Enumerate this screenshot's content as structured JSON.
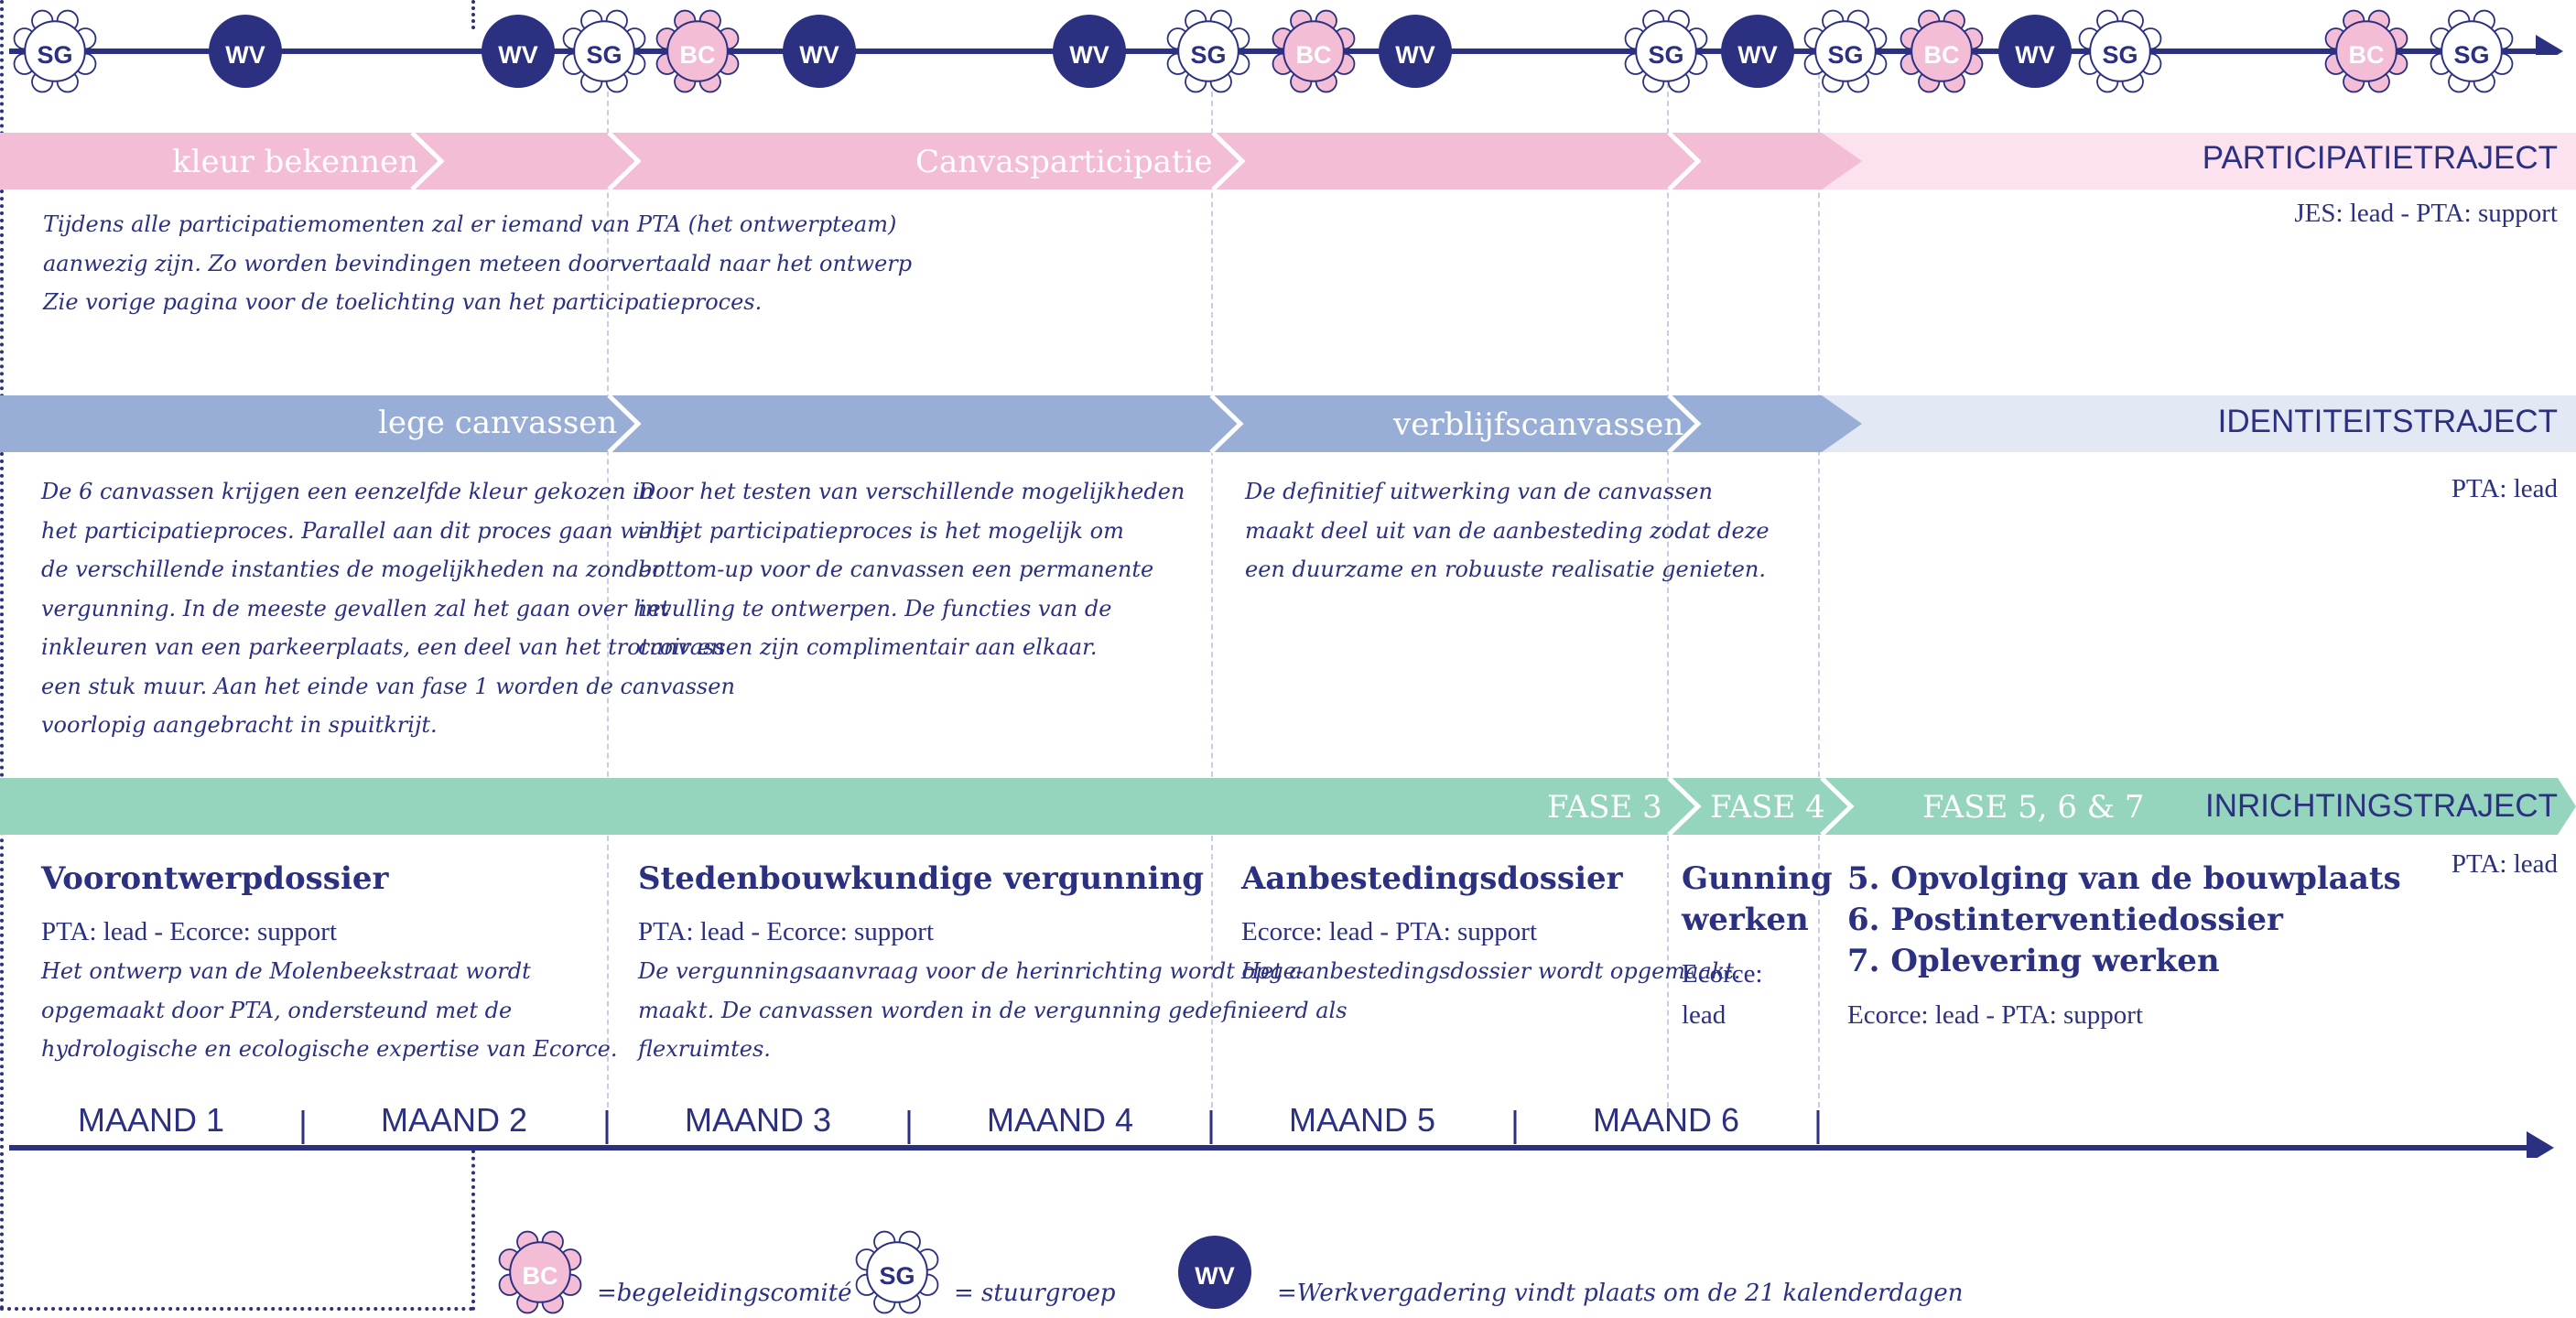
{
  "colors": {
    "navy": "#2b3080",
    "pink": "#f4bdd6",
    "pink_light": "#fbe2ee",
    "blue": "#98aed6",
    "blue_light": "#e3e9f4",
    "green": "#95d5be"
  },
  "legend": {
    "bc": {
      "code": "BC",
      "text": "=begeleidingscomité"
    },
    "sg": {
      "code": "SG",
      "text": "= stuurgroep"
    },
    "wv": {
      "code": "WV",
      "text": "=Werkvergadering vindt plaats om de 21 kalenderdagen"
    }
  },
  "markers": [
    {
      "code": "SG"
    },
    {
      "code": "WV"
    },
    {
      "code": "WV"
    },
    {
      "code": "SG"
    },
    {
      "code": "BC"
    },
    {
      "code": "WV"
    },
    {
      "code": "WV"
    },
    {
      "code": "SG"
    },
    {
      "code": "BC"
    },
    {
      "code": "WV"
    },
    {
      "code": "SG"
    },
    {
      "code": "WV"
    },
    {
      "code": "SG"
    },
    {
      "code": "BC"
    },
    {
      "code": "WV"
    },
    {
      "code": "SG"
    },
    {
      "code": "BC"
    },
    {
      "code": "SG"
    }
  ],
  "participatie": {
    "label1": "kleur bekennen",
    "label2": "Canvasparticipatie",
    "title": "PARTICIPATIETRAJECT",
    "role": "JES: lead - PTA: support",
    "desc": [
      "Tijdens alle participatiemomenten zal er iemand van PTA (het ontwerpteam)",
      "aanwezig zijn. Zo worden bevindingen meteen doorvertaald naar het ontwerp",
      "Zie vorige pagina voor de toelichting van het participatieproces."
    ]
  },
  "identiteit": {
    "label1": "lege canvassen",
    "label2": "verblijfscanvassen",
    "title": "IDENTITEITSTRAJECT",
    "role": "PTA: lead",
    "desc1": [
      "De 6 canvassen krijgen een eenzelfde kleur gekozen in",
      "het participatieproces. Parallel aan dit proces gaan we bij",
      "de verschillende instanties de mogelijkheden na zonder",
      "vergunning. In de meeste gevallen zal het gaan over het",
      "inkleuren van een parkeerplaats, een deel van het trotroir en",
      "een stuk muur. Aan het einde van fase 1 worden de canvassen",
      "voorlopig aangebracht in spuitkrijt."
    ],
    "desc2": [
      "Door het testen van verschillende mogelijkheden",
      "in het participatieproces is het mogelijk om",
      "bottom-up voor de canvassen een permanente",
      "invulling te ontwerpen. De functies van de",
      "canvassen zijn complimentair aan elkaar."
    ],
    "desc3": [
      "De definitief  uitwerking van de canvassen",
      "maakt deel uit van de aanbesteding zodat deze",
      "een duurzame en robuuste realisatie genieten."
    ]
  },
  "inrichting": {
    "fase3": "FASE 3",
    "fase4": "FASE 4",
    "fase567": "FASE 5, 6 & 7",
    "title": "INRICHTINGSTRAJECT",
    "role": "PTA: lead",
    "col1": {
      "heading": "Voorontwerpdossier",
      "role": "PTA: lead - Ecorce: support",
      "desc": [
        "Het ontwerp van de Molenbeekstraat wordt",
        "opgemaakt door PTA, ondersteund met de",
        "hydrologische en ecologische expertise van Ecorce."
      ]
    },
    "col2": {
      "heading": "Stedenbouwkundige vergunning",
      "role": "PTA: lead - Ecorce: support",
      "desc": [
        "De vergunningsaanvraag voor de herinrichting wordt opge-",
        "maakt. De canvassen worden in de vergunning gedefinieerd als",
        "flexruimtes."
      ]
    },
    "col3": {
      "heading": "Aanbestedingsdossier",
      "role": "Ecorce: lead - PTA: support",
      "desc": [
        "Het aanbestedingsdossier wordt opgemaakt."
      ]
    },
    "col4": {
      "heading1": "Gunning",
      "heading2": "werken",
      "role1": "Ecorce:",
      "role2": "lead"
    },
    "col5": {
      "items": [
        "5. Opvolging van de bouwplaats",
        "6. Postinterventiedossier",
        "7. Oplevering werken"
      ],
      "role": "Ecorce: lead  - PTA: support"
    }
  },
  "months": [
    "MAAND 1",
    "MAAND 2",
    "MAAND 3",
    "MAAND 4",
    "MAAND 5",
    "MAAND 6"
  ]
}
